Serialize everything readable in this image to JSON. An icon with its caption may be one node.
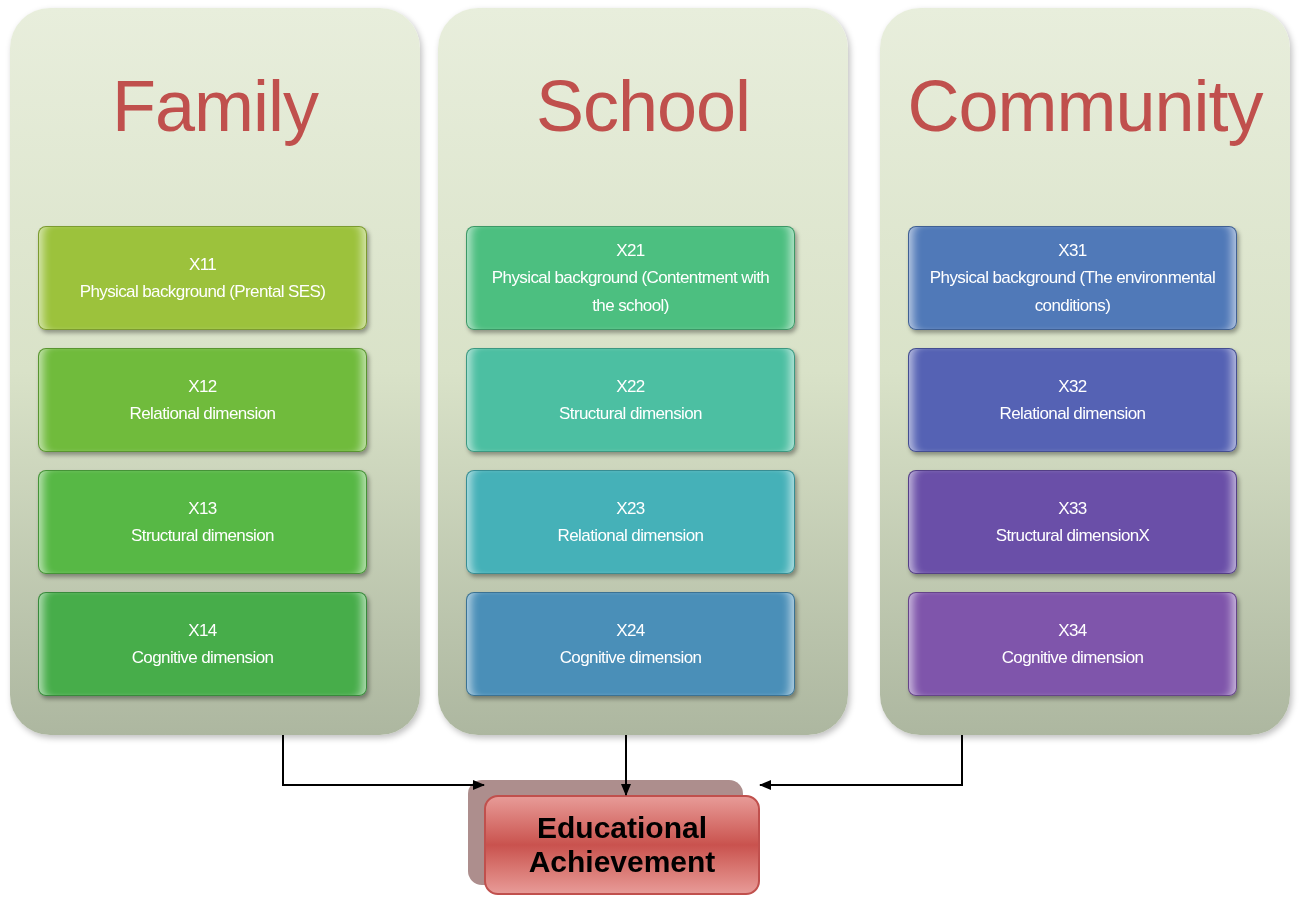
{
  "diagram": {
    "nodes": [
      {
        "text": [
          "Family"
        ]
      },
      {
        "text": [
          "X11",
          "Physical background (Prental SES)"
        ],
        "in": 0
      },
      {
        "text": [
          "X12",
          "Relational dimension"
        ],
        "in": 0
      },
      {
        "text": [
          "X13",
          "Structural dimension"
        ],
        "in": 0
      },
      {
        "text": [
          "X14",
          "Cognitive dimension"
        ],
        "in": 0
      },
      {
        "text": [
          "School"
        ]
      },
      {
        "text": [
          "X21",
          "Physical background (Contentment with the school)"
        ],
        "in": 5
      },
      {
        "text": [
          "X22",
          "Structural dimension"
        ],
        "in": 5
      },
      {
        "text": [
          "X23",
          "Relational dimension"
        ],
        "in": 5
      },
      {
        "text": [
          "X24",
          "Cognitive dimension"
        ],
        "in": 5
      },
      {
        "text": [
          "Community"
        ]
      },
      {
        "text": [
          "X31",
          "Physical background (The environmental conditions)"
        ],
        "in": 10
      },
      {
        "text": [
          "X32",
          "Relational dimension"
        ],
        "in": 10
      },
      {
        "text": [
          "X33",
          "Structural dimensionX"
        ],
        "in": 10
      },
      {
        "text": [
          "X34",
          "Cognitive dimension"
        ],
        "in": 10
      },
      {
        "text": [
          "Educational Achievement"
        ]
      }
    ],
    "edges": [
      {
        "from": 0,
        "to": 15,
        "arrow": "to"
      },
      {
        "from": 5,
        "to": 15,
        "arrow": "to"
      },
      {
        "from": 10,
        "to": 15,
        "arrow": "to"
      }
    ]
  }
}
